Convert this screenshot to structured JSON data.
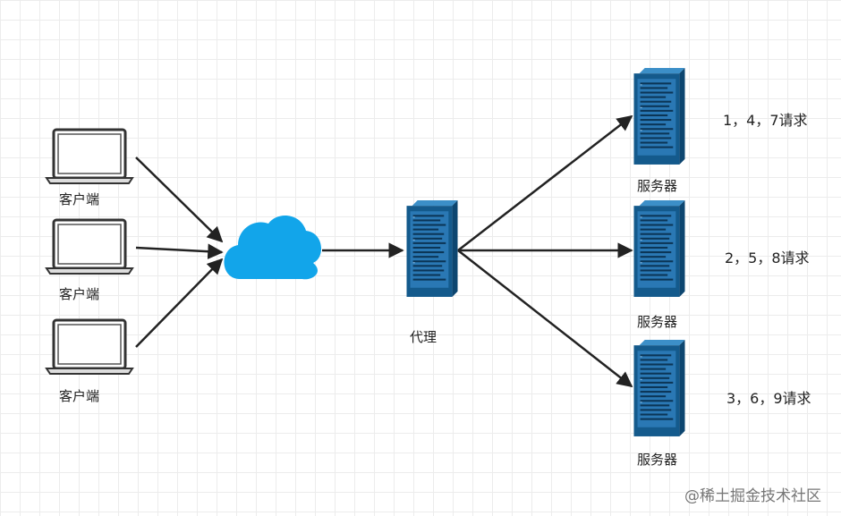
{
  "clients": [
    {
      "label": "客户端"
    },
    {
      "label": "客户端"
    },
    {
      "label": "客户端"
    }
  ],
  "cloud": {
    "icon": "cloud-icon"
  },
  "proxy": {
    "label": "代理",
    "icon": "server-icon"
  },
  "servers": [
    {
      "label": "服务器",
      "requests": "1，4，7请求"
    },
    {
      "label": "服务器",
      "requests": "2，5，8请求"
    },
    {
      "label": "服务器",
      "requests": "3，6，9请求"
    }
  ],
  "watermark": "@稀土掘金技术社区",
  "colors": {
    "server_dark": "#10507e",
    "server_light": "#2a78b4",
    "cloud": "#12a5ea",
    "arrow": "#222222",
    "laptop": "#333333"
  }
}
